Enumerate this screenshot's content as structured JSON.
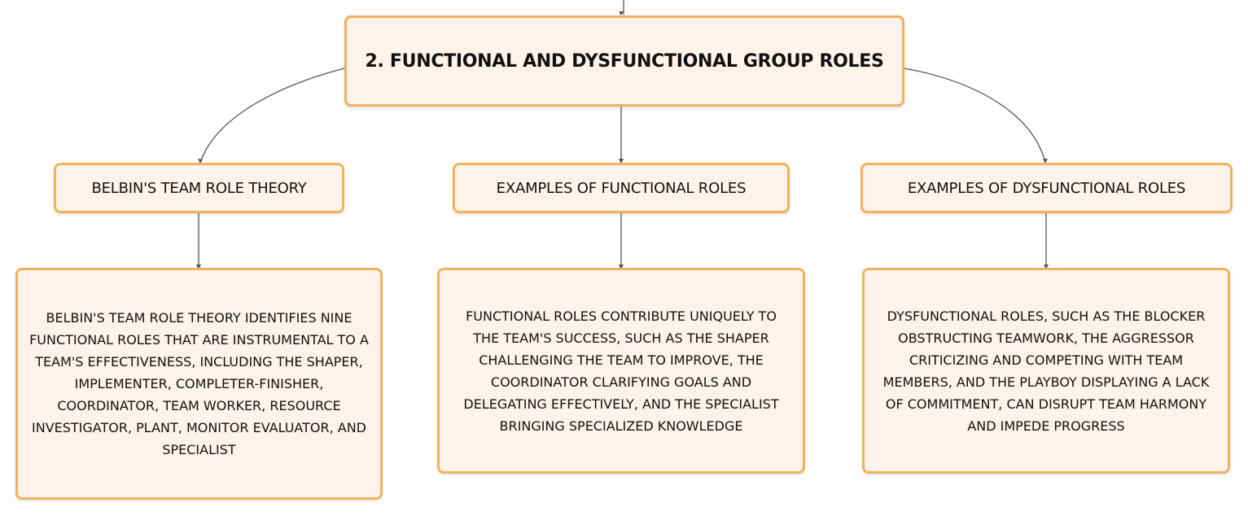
{
  "colors": {
    "node_fill": "#fdf3ea",
    "node_border": "#f2b25c",
    "connector": "#555555"
  },
  "root": {
    "title": "2. FUNCTIONAL AND DYSFUNCTIONAL GROUP ROLES"
  },
  "branches": [
    {
      "topic": "BELBIN'S TEAM ROLE THEORY",
      "detail": "BELBIN'S TEAM ROLE THEORY IDENTIFIES NINE FUNCTIONAL ROLES THAT ARE INSTRUMENTAL TO A TEAM'S EFFECTIVENESS, INCLUDING THE SHAPER, IMPLEMENTER, COMPLETER-FINISHER, COORDINATOR, TEAM WORKER, RESOURCE INVESTIGATOR, PLANT, MONITOR EVALUATOR, AND SPECIALIST"
    },
    {
      "topic": "EXAMPLES OF FUNCTIONAL ROLES",
      "detail": "FUNCTIONAL ROLES CONTRIBUTE UNIQUELY TO THE TEAM'S SUCCESS, SUCH AS THE SHAPER CHALLENGING THE TEAM TO IMPROVE, THE COORDINATOR CLARIFYING GOALS AND DELEGATING EFFECTIVELY, AND THE SPECIALIST BRINGING SPECIALIZED KNOWLEDGE"
    },
    {
      "topic": "EXAMPLES OF DYSFUNCTIONAL ROLES",
      "detail": "DYSFUNCTIONAL ROLES, SUCH AS THE BLOCKER OBSTRUCTING TEAMWORK, THE AGGRESSOR CRITICIZING AND COMPETING WITH TEAM MEMBERS, AND THE PLAYBOY DISPLAYING A LACK OF COMMITMENT, CAN DISRUPT TEAM HARMONY AND IMPEDE PROGRESS"
    }
  ]
}
